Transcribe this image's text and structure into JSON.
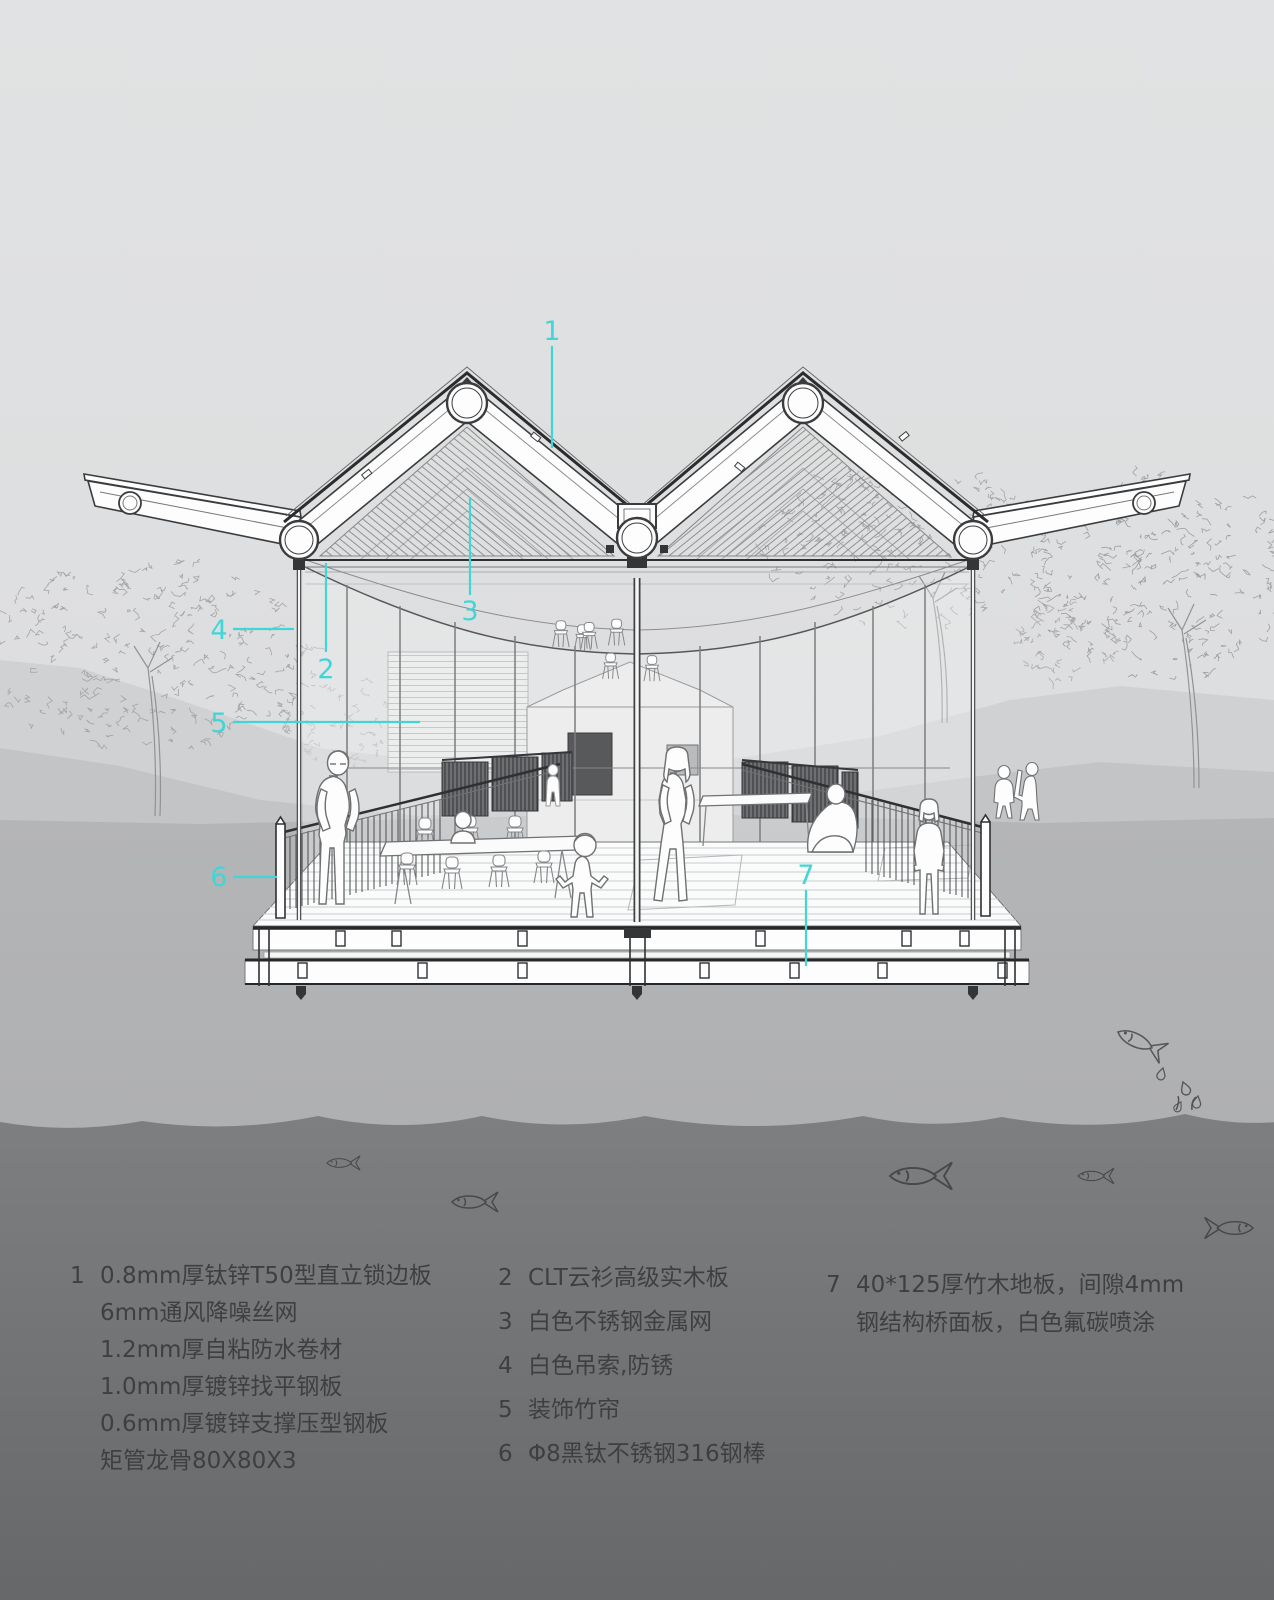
{
  "scene": {
    "type": "architectural-section-elevation",
    "accent_color": "#41d6d6",
    "line_color": "#3b3c3e"
  },
  "callouts": [
    {
      "label": "1"
    },
    {
      "label": "2"
    },
    {
      "label": "3"
    },
    {
      "label": "4"
    },
    {
      "label": "5"
    },
    {
      "label": "6"
    },
    {
      "label": "7"
    }
  ],
  "legend": {
    "items": [
      {
        "num": "1",
        "lines": [
          "0.8mm厚钛锌T50型直立锁边板",
          "6mm通风降噪丝网",
          "1.2mm厚自粘防水卷材",
          "1.0mm厚镀锌找平钢板",
          "0.6mm厚镀锌支撑压型钢板",
          "矩管龙骨80X80X3"
        ]
      },
      {
        "num": "2",
        "lines": [
          "CLT云衫高级实木板"
        ]
      },
      {
        "num": "3",
        "lines": [
          "白色不锈钢金属网"
        ]
      },
      {
        "num": "4",
        "lines": [
          "白色吊索,防锈"
        ]
      },
      {
        "num": "5",
        "lines": [
          "装饰竹帘"
        ]
      },
      {
        "num": "6",
        "lines": [
          "Φ8黑钛不锈钢316钢棒"
        ]
      },
      {
        "num": "7",
        "lines": [
          "40*125厚竹木地板，间隙4mm",
          "钢结构桥面板，白色氟碳喷涂"
        ]
      }
    ]
  }
}
